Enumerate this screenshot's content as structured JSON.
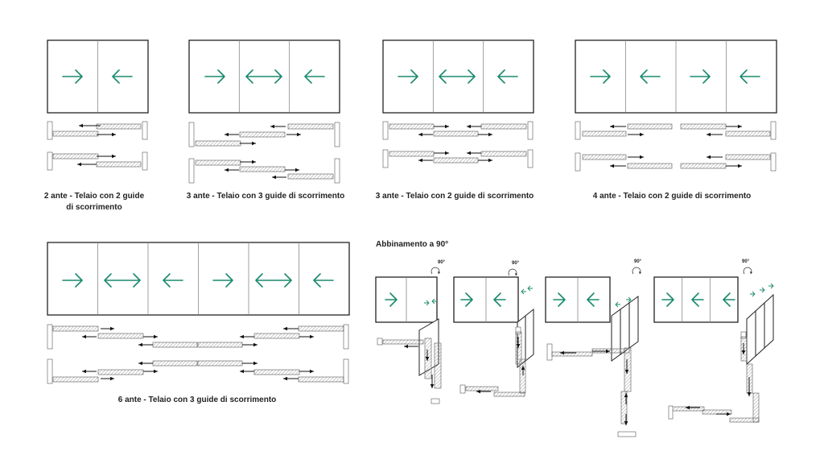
{
  "colors": {
    "arrow": "#1a8a6e",
    "frame": "#222222",
    "hatch": "#9a9a9a"
  },
  "captions": [
    "2 ante - Telaio con 2 guide di scorrimento",
    "3 ante - Telaio con 3 guide di scorrimento",
    "3 ante - Telaio con 2 guide di scorrimento",
    "4 ante - Telaio con 2 guide di scorrimento",
    "6 ante - Telaio con 3 guide di scorrimento"
  ],
  "corner_title": "Abbinamento a 90°",
  "angle_label": "90°"
}
